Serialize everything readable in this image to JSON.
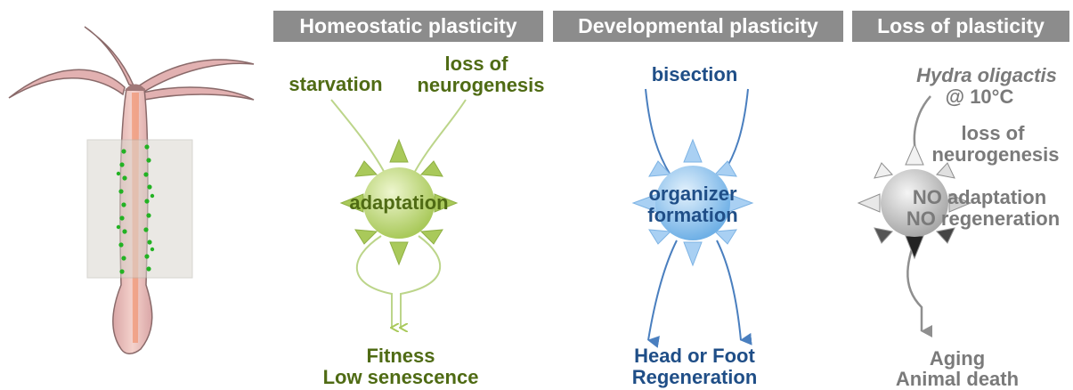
{
  "headers": {
    "homeostatic": "Homeostatic plasticity",
    "developmental": "Developmental plasticity",
    "loss": "Loss of plasticity"
  },
  "homeostatic": {
    "input_left": "starvation",
    "input_right_line1": "loss of",
    "input_right_line2": "neurogenesis",
    "center": "adaptation",
    "output_line1": "Fitness",
    "output_line2": "Low senescence"
  },
  "developmental": {
    "input": "bisection",
    "center_line1": "organizer",
    "center_line2": "formation",
    "output_line1": "Head or Foot",
    "output_line2": "Regeneration"
  },
  "loss": {
    "species_line1": "Hydra oligactis",
    "species_line2": "@ 10°C",
    "input_line1": "loss of",
    "input_line2": "neurogenesis",
    "center_line1": "NO adaptation",
    "center_line2": "NO regeneration",
    "output_line1": "Aging",
    "output_line2": "Animal death"
  },
  "colors": {
    "header_bg": "#8c8c8c",
    "green_text": "#4f6b14",
    "blue_text": "#1f4e87",
    "grey_text": "#7a7a7a",
    "green_sun": "#b9d46a",
    "blue_sun": "#8fc3ee",
    "grey_sun": "#cfcfcf"
  }
}
